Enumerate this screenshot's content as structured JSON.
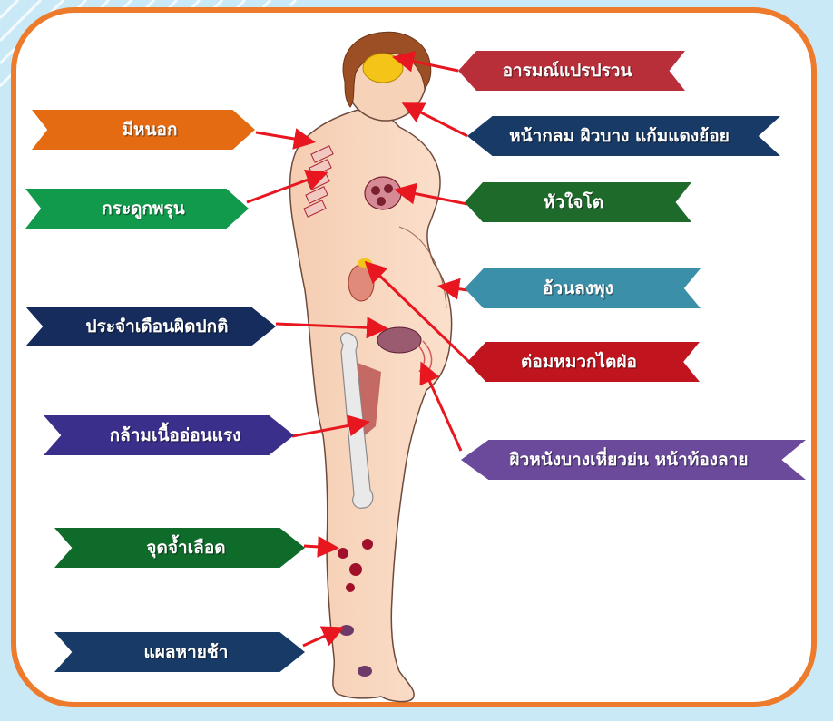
{
  "labels": {
    "mood_swings": "อารมณ์แปรปรวน",
    "round_face": "หน้ากลม ผิวบาง แก้มแดงย้อย",
    "buffalo_hump": "มีหนอก",
    "spine": "กระดูกพรุน",
    "enlarged_heart": "หัวใจโต",
    "central_obesity": "อ้วนลงพุง",
    "menstrual": "ประจำเดือนผิดปกติ",
    "adrenal": "ต่อมหมวกไตฝ่อ",
    "muscle_weakness": "กล้ามเนื้ออ่อนแรง",
    "thin_skin_striae": "ผิวหนังบางเหี่ยวย่น หน้าท้องลาย",
    "bruising": "จุดจ้ำเลือด",
    "slow_healing": "แผลหายช้า"
  },
  "colors": {
    "frame_border": "#ee7a2c",
    "background": "#c9e9f6",
    "orange": "#e46b12",
    "green": "#119a4c",
    "dark_navy": "#152c5c",
    "indigo": "#3b2f8c",
    "dark_green": "#0f6b2a",
    "red": "#b82f3a",
    "navy_blue": "#183a66",
    "forest_green": "#1e6a2a",
    "teal": "#3c8fa8",
    "crimson": "#c0151f",
    "purple": "#6b4a9c",
    "arrow": "#e8161f"
  }
}
